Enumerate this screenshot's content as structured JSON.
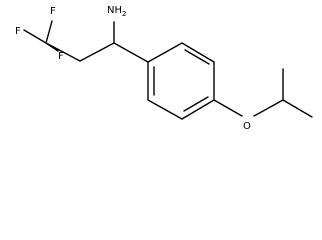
{
  "molecule": {
    "atoms": {
      "f_left": "F",
      "f_top": "F",
      "f_lower": "F",
      "amine": "NH",
      "amine_subscript": "2",
      "oxygen": "O"
    }
  }
}
